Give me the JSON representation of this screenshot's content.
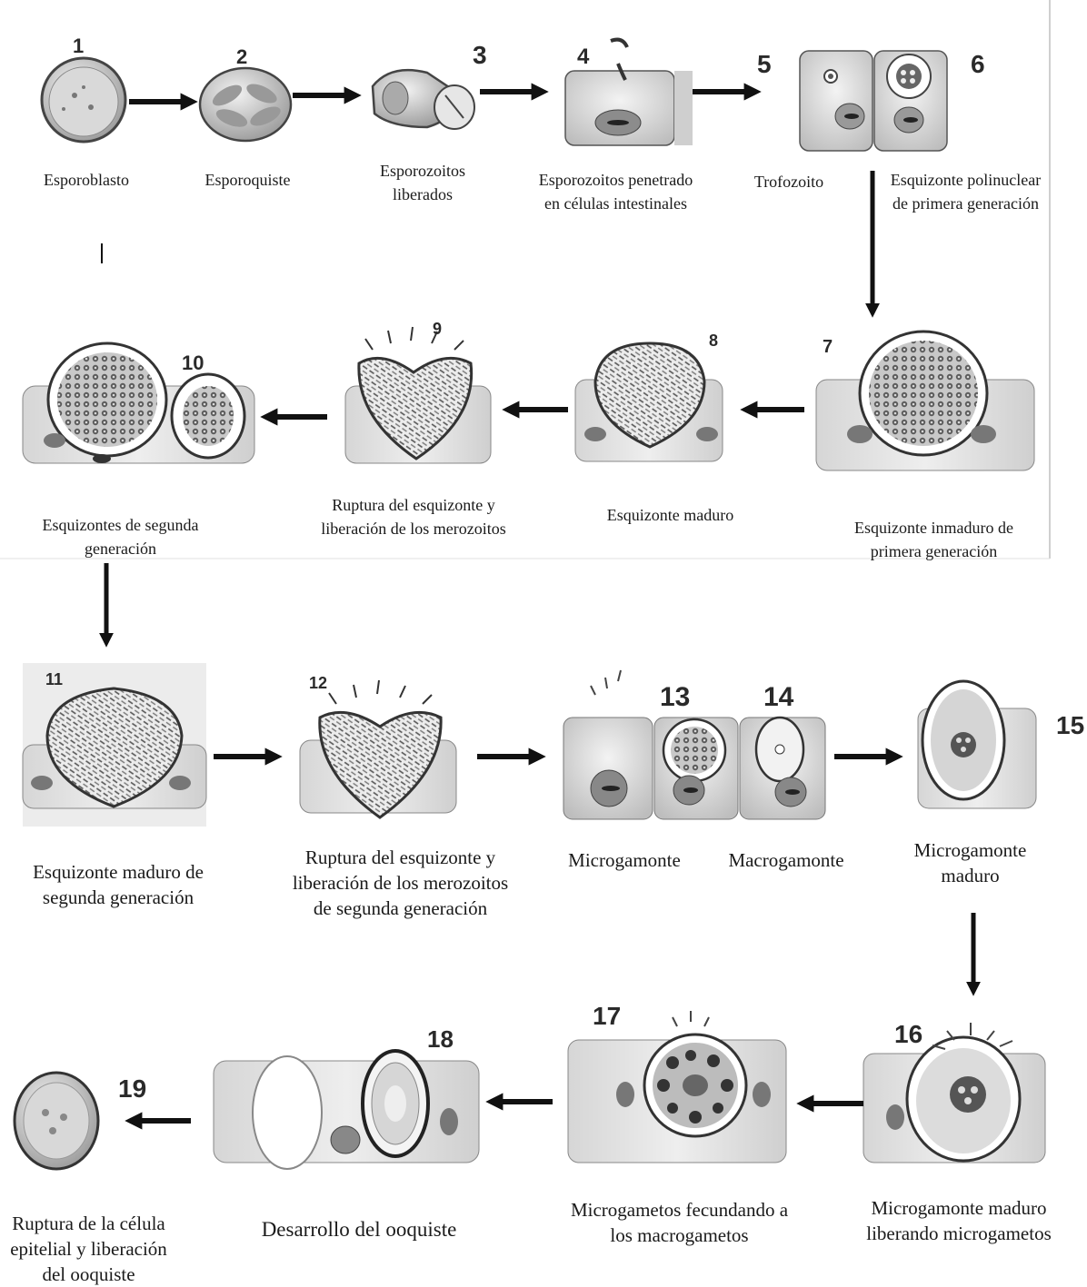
{
  "stages": [
    {
      "number": "1",
      "label": "Esporoblasto"
    },
    {
      "number": "2",
      "label": "Esporoquiste"
    },
    {
      "number": "3",
      "label": "Esporozoitos liberados"
    },
    {
      "number": "4",
      "label": "Esporozoitos penetrado en células intestinales"
    },
    {
      "number": "5",
      "label": "Trofozoito"
    },
    {
      "number": "6",
      "label": "Esquizonte polinuclear de primera generación"
    },
    {
      "number": "7",
      "label": "Esquizonte inmaduro de primera generación"
    },
    {
      "number": "8",
      "label": "Esquizonte maduro"
    },
    {
      "number": "9",
      "label": "Ruptura del esquizonte y liberación de los merozoitos"
    },
    {
      "number": "10",
      "label": "Esquizontes de segunda generación"
    },
    {
      "number": "11",
      "label": "Esquizonte maduro de segunda generación"
    },
    {
      "number": "12",
      "label": "Ruptura del esquizonte y liberación de los merozoitos de segunda generación"
    },
    {
      "number": "13",
      "label": "Microgamonte"
    },
    {
      "number": "14",
      "label": "Macrogamonte"
    },
    {
      "number": "15",
      "label": "Microgamonte maduro"
    },
    {
      "number": "16",
      "label": "Microgamonte maduro liberando microgametos"
    },
    {
      "number": "17",
      "label": "Microgametos fecundando a los macrogametos"
    },
    {
      "number": "18",
      "label": "Desarrollo del ooquiste"
    },
    {
      "number": "19",
      "label": "Ruptura de la célula epitelial y liberación del ooquiste"
    }
  ]
}
